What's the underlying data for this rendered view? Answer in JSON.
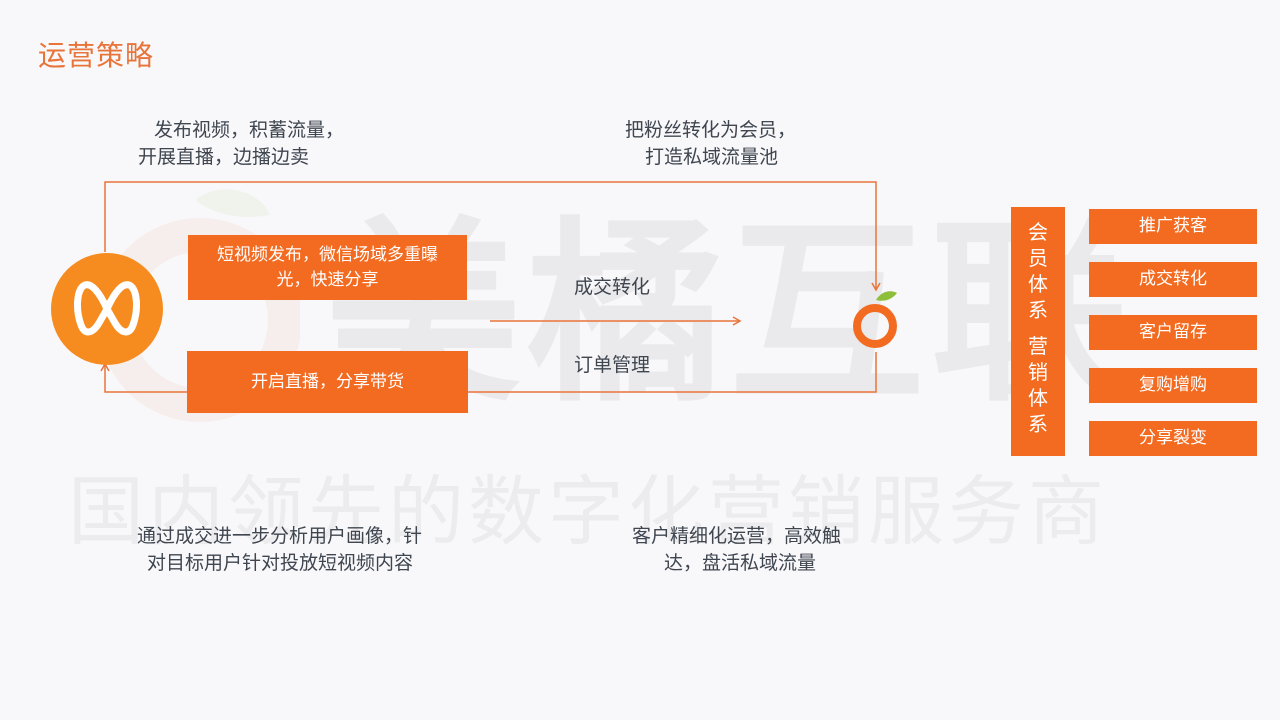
{
  "page": {
    "title": "运营策略"
  },
  "watermark": {
    "brand": "美橘互联",
    "slogan": "国内领先的数字化营销服务商"
  },
  "notes": {
    "top_left_line1": "发布视频，积蓄流量，",
    "top_left_line2": "开展直播，边播边卖",
    "top_right_line1": "把粉丝转化为会员，",
    "top_right_line2": "打造私域流量池",
    "bottom_left_line1": "通过成交进一步分析用户画像，针",
    "bottom_left_line2": "对目标用户针对投放短视频内容",
    "bottom_right_line1": "客户精细化运营，高效触",
    "bottom_right_line2": "达，盘活私域流量"
  },
  "flow": {
    "box_top_line1": "短视频发布，微信场域多重曝",
    "box_top_line2": "光，快速分享",
    "box_bottom": "开启直播，分享带货",
    "label_conversion": "成交转化",
    "label_order": "订单管理"
  },
  "system": {
    "vertical_label_chars": [
      "会",
      "员",
      "体",
      "系",
      "营",
      "销",
      "体",
      "系"
    ],
    "items": [
      "推广获客",
      "成交转化",
      "客户留存",
      "复购增购",
      "分享裂变"
    ]
  },
  "colors": {
    "accent": "#f26b21",
    "title": "#e9743a",
    "line": "#e9743a",
    "text": "#3f4650",
    "logo_leaf": "#8dbf3a"
  },
  "icons": {
    "left_logo": "infinity-logo-icon",
    "right_logo": "orange-logo-icon"
  }
}
